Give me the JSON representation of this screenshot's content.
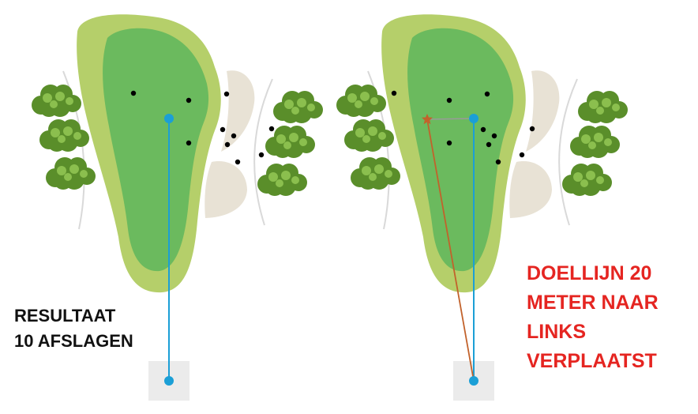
{
  "colors": {
    "fairway_light": "#b5cf6a",
    "fairway_dark": "#6bba5e",
    "bunker": "#e8e2d5",
    "rough_line": "#d9d9d9",
    "tee_box": "#ebebeb",
    "aim_line": "#1b9fd6",
    "corrected_line": "#c2622b",
    "tree_dark": "#5a8e2a",
    "tree_light": "#8bbf4e",
    "ball": "#000000",
    "caption_left": "#111111",
    "caption_right": "#e52521"
  },
  "captions": {
    "left": {
      "line1": "RESULTAAT",
      "line2": "10 AFSLAGEN"
    },
    "right": {
      "line1": "DOELLIJN 20",
      "line2": "METER NAAR",
      "line3": "LINKS",
      "line4": "VERPLAATST"
    }
  },
  "icons": {
    "target_marker": "star-icon",
    "trees": "bush-icon"
  }
}
